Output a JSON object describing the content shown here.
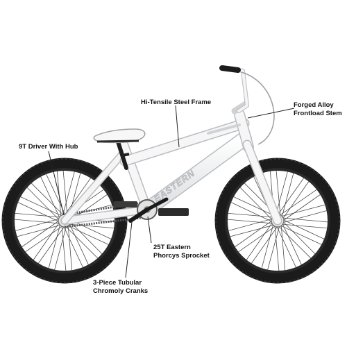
{
  "callouts": {
    "frame": {
      "lines": [
        "Hi-Tensile Steel Frame"
      ]
    },
    "stem": {
      "lines": [
        "Forged Alloy",
        "Frontload Stem"
      ]
    },
    "driver": {
      "lines": [
        "9T Driver With Hub"
      ]
    },
    "sprocket": {
      "lines": [
        "25T Eastern",
        "Phorcys Sprocket"
      ]
    },
    "cranks": {
      "lines": [
        "3-Piece Tubular",
        "Chromoly Cranks"
      ]
    }
  },
  "decal": {
    "brand": "EASTERN"
  },
  "colors": {
    "frame": "#f2f2f2",
    "frame_edge": "#b9bcc0",
    "tire": "#1b1b1b",
    "spoke": "#4a4a4a",
    "leader": "#222222",
    "label": "#111111"
  }
}
